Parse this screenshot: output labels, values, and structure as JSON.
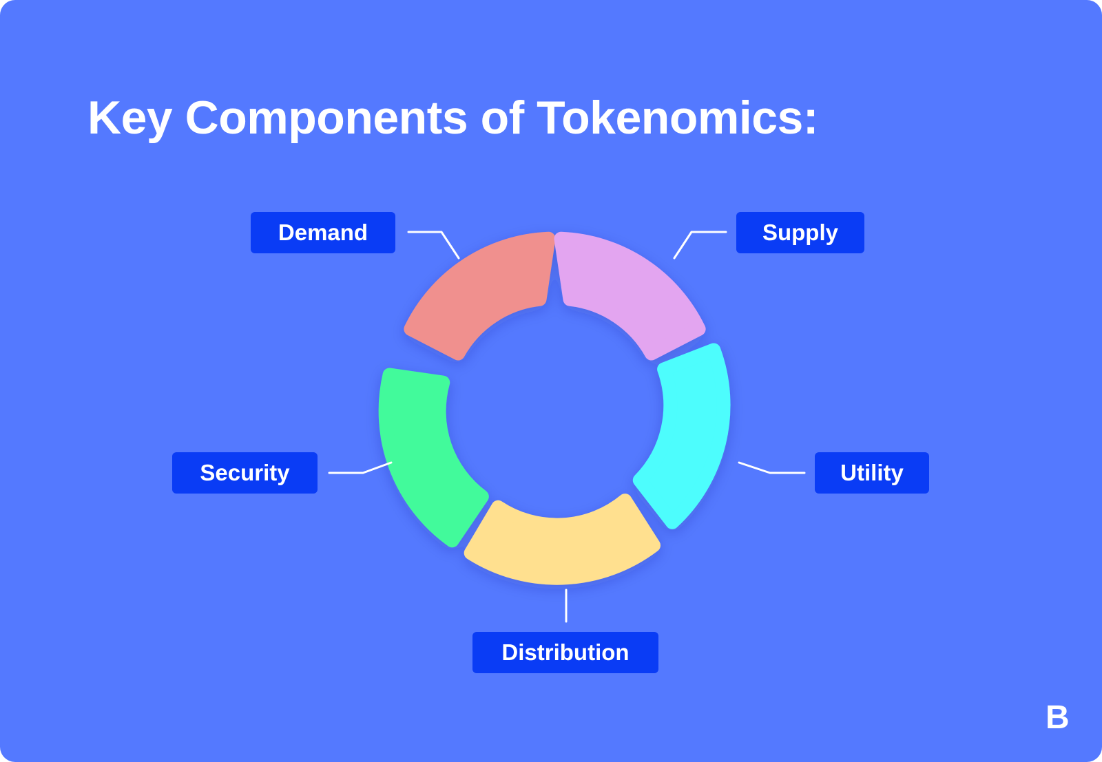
{
  "colors": {
    "background": "#5479FF",
    "label_box": "#0A3CF5",
    "connector": "#FFFFFF",
    "text": "#FFFFFF"
  },
  "title": "Key Components of Tokenomics:",
  "components": [
    {
      "id": "demand",
      "label": "Demand",
      "color": "#F0908E"
    },
    {
      "id": "supply",
      "label": "Supply",
      "color": "#E3A5F0"
    },
    {
      "id": "utility",
      "label": "Utility",
      "color": "#4DFDFD"
    },
    {
      "id": "distribution",
      "label": "Distribution",
      "color": "#FFE08F"
    },
    {
      "id": "security",
      "label": "Security",
      "color": "#43FA9B"
    }
  ],
  "logo": "B"
}
